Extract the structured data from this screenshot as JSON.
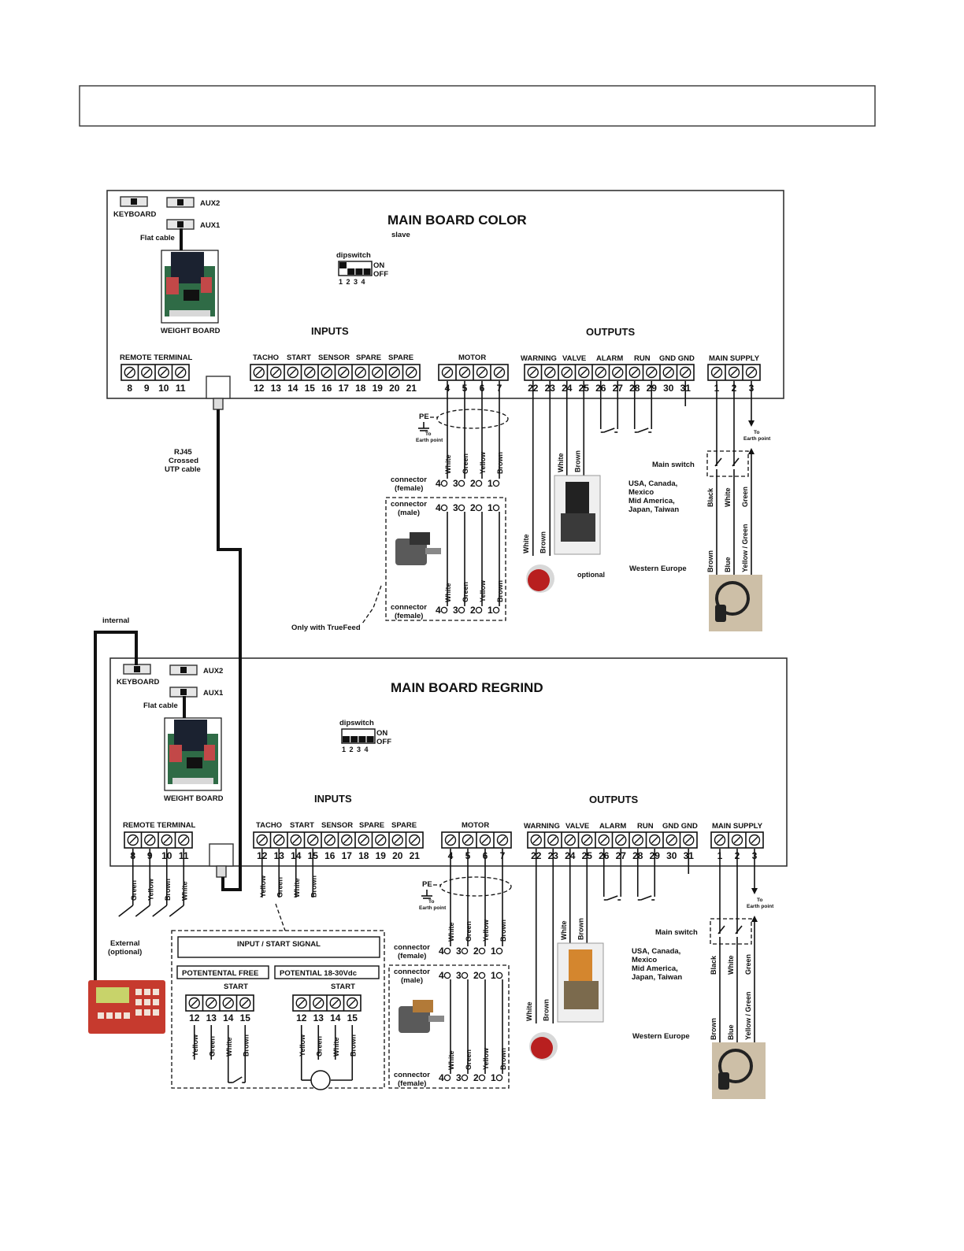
{
  "header_box_text": "",
  "boards": [
    {
      "key": "color",
      "title": "MAIN BOARD COLOR",
      "subtitle": "slave",
      "keyboard": "KEYBOARD",
      "aux2": "AUX2",
      "aux1": "AUX1",
      "flat_cable": "Flat cable",
      "weight_board": "WEIGHT BOARD",
      "dipswitch": "dipswitch",
      "dip_on": "ON",
      "dip_off": "OFF",
      "dip_numbers": "1 2 3 4",
      "dip_states": [
        true,
        false,
        false,
        false
      ],
      "inputs": "INPUTS",
      "outputs": "OUTPUTS",
      "groups": {
        "remote": "REMOTE TERMINAL",
        "tacho": "TACHO",
        "start": "START",
        "sensor": "SENSOR",
        "spare1": "SPARE",
        "spare2": "SPARE",
        "motor": "MOTOR",
        "warning": "WARNING",
        "valve": "VALVE",
        "alarm": "ALARM",
        "run": "RUN",
        "gnd": "GND GND",
        "main_supply": "MAIN SUPPLY"
      },
      "terminals": {
        "remote": [
          "8",
          "9",
          "10",
          "11"
        ],
        "inputs": [
          "12",
          "13",
          "14",
          "15",
          "16",
          "17",
          "18",
          "19",
          "20",
          "21"
        ],
        "motor": [
          "4",
          "5",
          "6",
          "7"
        ],
        "outputs": [
          "22",
          "23",
          "24",
          "25",
          "26",
          "27",
          "28",
          "29",
          "30",
          "31"
        ],
        "supply": [
          "1",
          "2",
          "3"
        ]
      }
    },
    {
      "key": "regrind",
      "title": "MAIN BOARD REGRIND",
      "subtitle": "",
      "keyboard": "KEYBOARD",
      "aux2": "AUX2",
      "aux1": "AUX1",
      "flat_cable": "Flat cable",
      "weight_board": "WEIGHT BOARD",
      "dipswitch": "dipswitch",
      "dip_on": "ON",
      "dip_off": "OFF",
      "dip_numbers": "1 2 3 4",
      "dip_states": [
        false,
        false,
        false,
        false
      ],
      "inputs": "INPUTS",
      "outputs": "OUTPUTS",
      "groups": {
        "remote": "REMOTE TERMINAL",
        "tacho": "TACHO",
        "start": "START",
        "sensor": "SENSOR",
        "spare1": "SPARE",
        "spare2": "SPARE",
        "motor": "MOTOR",
        "warning": "WARNING",
        "valve": "VALVE",
        "alarm": "ALARM",
        "run": "RUN",
        "gnd": "GND GND",
        "main_supply": "MAIN SUPPLY"
      },
      "terminals": {
        "remote": [
          "8",
          "9",
          "10",
          "11"
        ],
        "inputs": [
          "12",
          "13",
          "14",
          "15",
          "16",
          "17",
          "18",
          "19",
          "20",
          "21"
        ],
        "motor": [
          "4",
          "5",
          "6",
          "7"
        ],
        "outputs": [
          "22",
          "23",
          "24",
          "25",
          "26",
          "27",
          "28",
          "29",
          "30",
          "31"
        ],
        "supply": [
          "1",
          "2",
          "3"
        ]
      }
    }
  ],
  "labels": {
    "rj45": [
      "RJ45",
      "Crossed",
      "UTP cable"
    ],
    "internal": "internal",
    "external": [
      "External",
      "(optional)"
    ],
    "pe": "PE",
    "to_earth": [
      "To",
      "Earth point"
    ],
    "connector_female": [
      "connector",
      "(female)"
    ],
    "connector_male": [
      "connector",
      "(male)"
    ],
    "only_truefeed": "Only with TrueFeed",
    "optional": "optional",
    "main_switch": "Main switch",
    "usa": [
      "USA, Canada,",
      "Mexico",
      "Mid America,",
      "Japan, Taiwan"
    ],
    "western_europe": "Western Europe",
    "input_start_signal": "INPUT / START SIGNAL",
    "potential_free": "POTENTENTAL FREE",
    "potential_vdc": "POTENTIAL 18-30Vdc",
    "start": "START",
    "connector_pins": [
      "4",
      "3",
      "2",
      "1"
    ]
  },
  "wires": {
    "motor": [
      "White",
      "Green",
      "Yellow",
      "Brown"
    ],
    "valve": [
      "White",
      "Brown"
    ],
    "warning": [
      "White",
      "Brown"
    ],
    "usa_supply": [
      "Black",
      "White",
      "Green"
    ],
    "eu_supply": [
      "Brown",
      "Blue",
      "Yellow / Green"
    ],
    "remote": [
      "Green",
      "Yellow",
      "Brown",
      "White"
    ],
    "start_input": [
      "Yellow",
      "Green",
      "White",
      "Brown"
    ],
    "start_terminals": [
      "12",
      "13",
      "14",
      "15"
    ]
  }
}
